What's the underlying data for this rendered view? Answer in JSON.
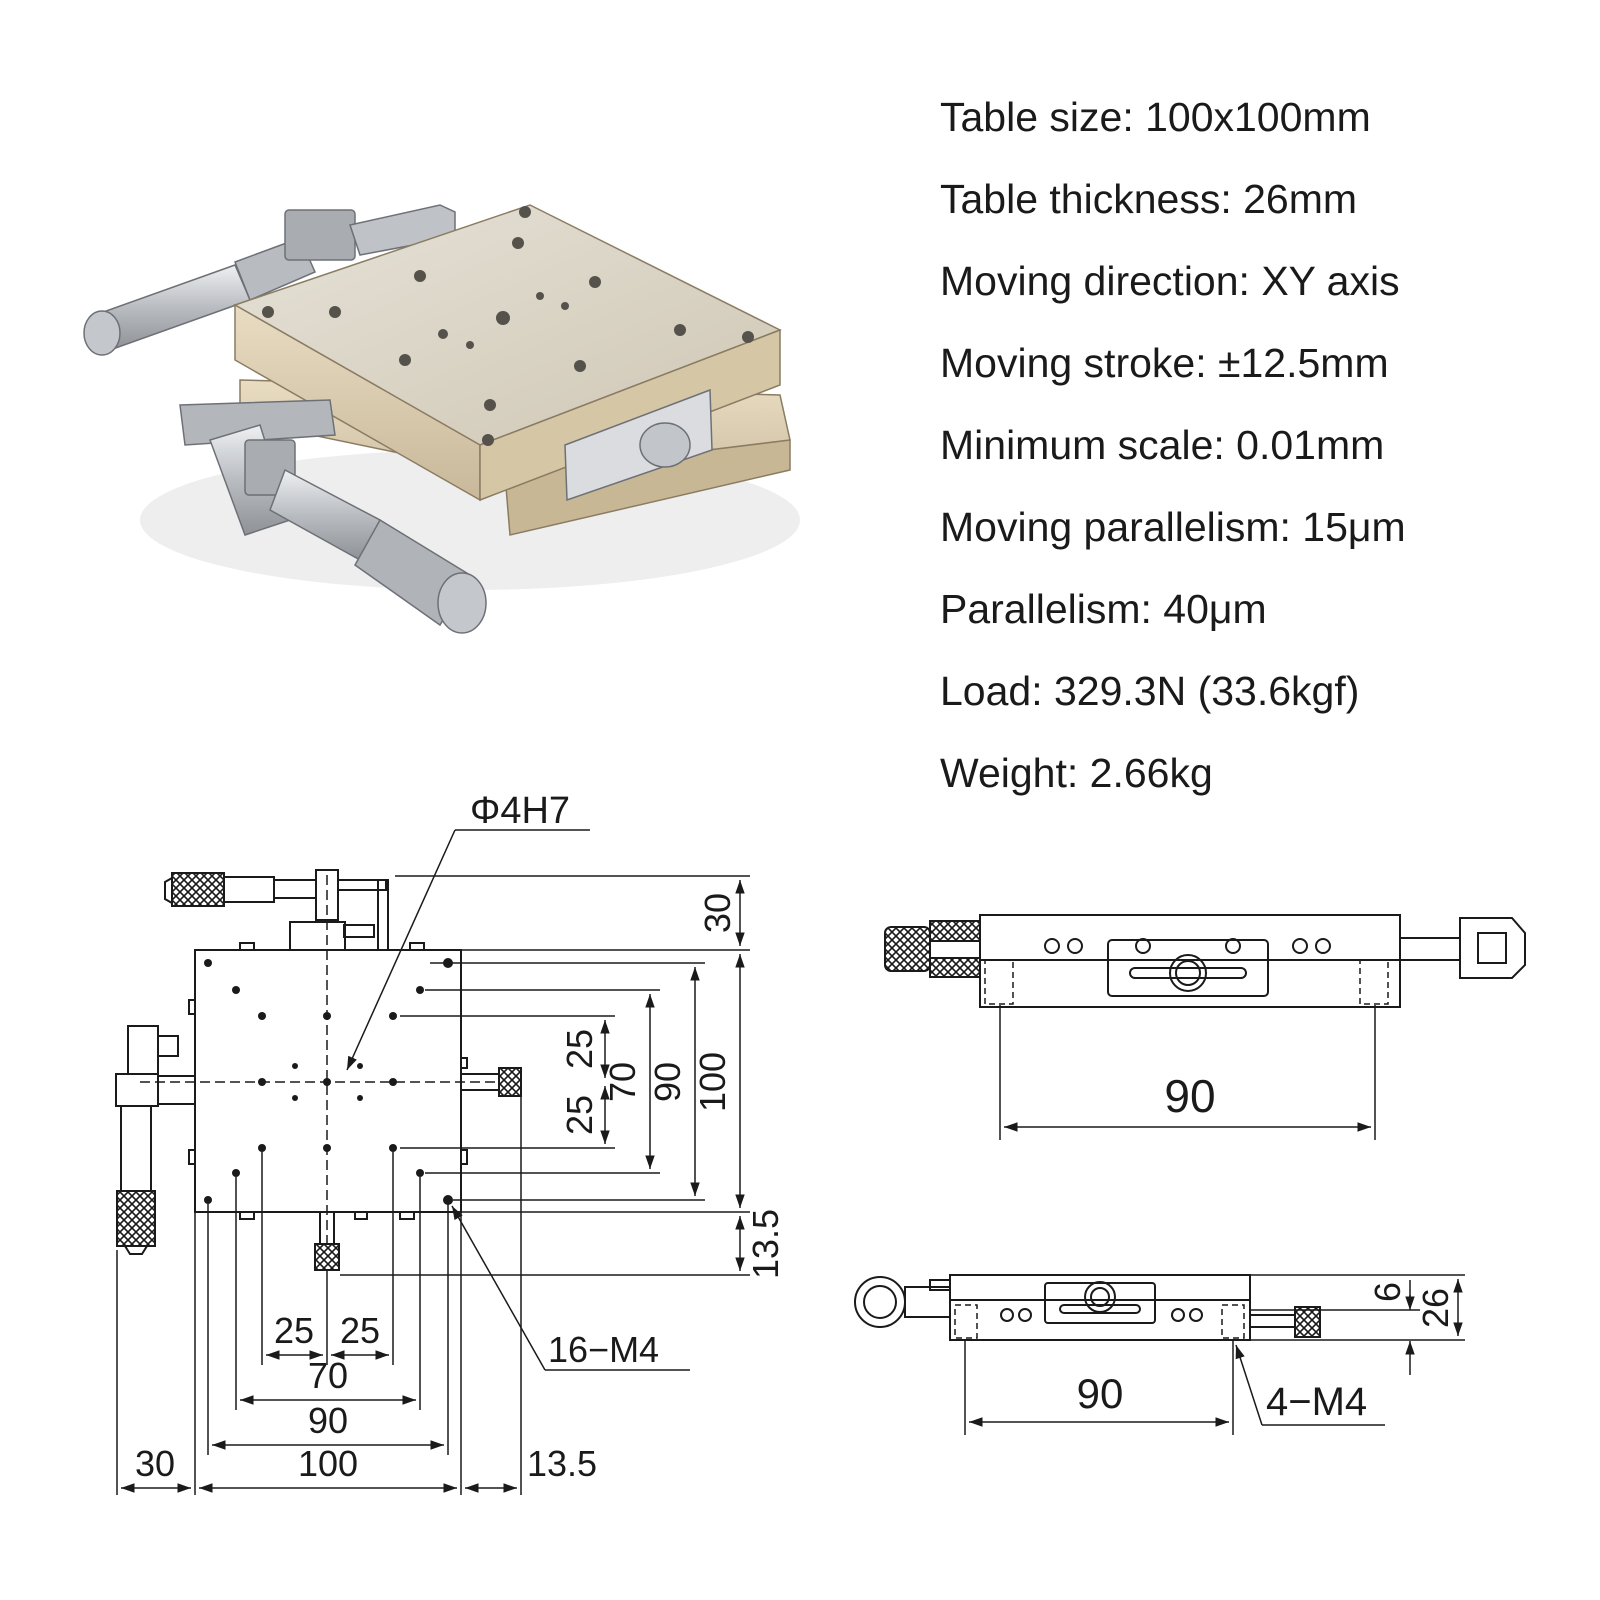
{
  "specs": [
    "Table size: 100x100mm",
    "Table thickness: 26mm",
    "Moving direction: XY axis",
    "Moving stroke: ±12.5mm",
    "Minimum scale: 0.01mm",
    "Moving parallelism: 15μm",
    "Parallelism: 40μm",
    "Load: 329.3N (33.6kgf)",
    "Weight: 2.66kg"
  ],
  "top_view": {
    "hole_callout": "Φ4H7",
    "thread_callout": "16−M4",
    "dims": {
      "top_30": "30",
      "right_25a": "25",
      "right_25b": "25",
      "right_70": "70",
      "right_90": "90",
      "right_100": "100",
      "right_13_5": "13.5",
      "bottom_25a": "25",
      "bottom_25b": "25",
      "bottom_70": "70",
      "bottom_90": "90",
      "bottom_100": "100",
      "bottom_30": "30",
      "bottom_13_5": "13.5"
    }
  },
  "front_view": {
    "dim_90": "90"
  },
  "side_view": {
    "dim_90": "90",
    "dim_6": "6",
    "dim_26": "26",
    "thread_callout": "4−M4"
  },
  "colors": {
    "line": "#1a1a1a",
    "steel": "#c9ccd0",
    "brass": "#d9cdb4"
  }
}
